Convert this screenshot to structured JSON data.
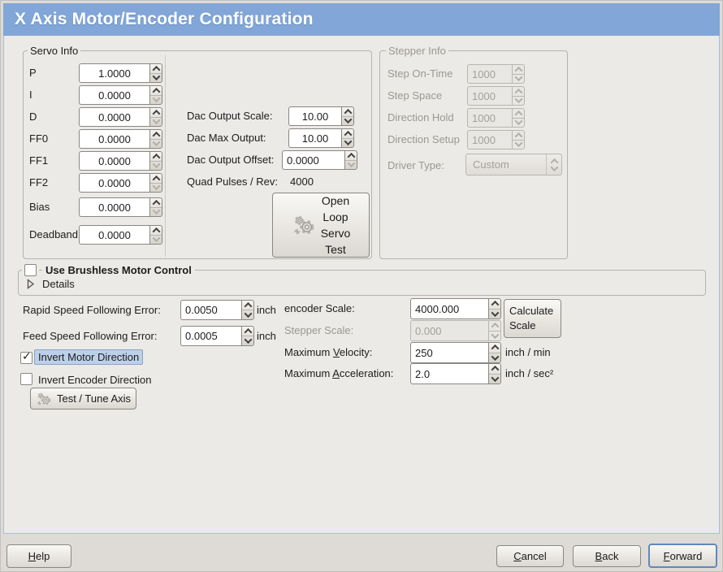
{
  "window": {
    "title": "X Axis Motor/Encoder Configuration"
  },
  "colors": {
    "banner": "#81a6d7",
    "selection_highlight": "#bdd0e9",
    "content_border": "#a8bedb"
  },
  "servo": {
    "title": "Servo Info",
    "pid": [
      {
        "label": "P",
        "value": "1.0000"
      },
      {
        "label": "I",
        "value": "0.0000"
      },
      {
        "label": "D",
        "value": "0.0000"
      },
      {
        "label": "FF0",
        "value": "0.0000"
      },
      {
        "label": "FF1",
        "value": "0.0000"
      },
      {
        "label": "FF2",
        "value": "0.0000"
      },
      {
        "label": "Bias",
        "value": "0.0000"
      },
      {
        "label": "Deadband",
        "value": "0.0000"
      }
    ],
    "dac": [
      {
        "label": "Dac Output Scale:",
        "value": "10.00"
      },
      {
        "label": "Dac Max Output:",
        "value": "10.00"
      },
      {
        "label": "Dac Output Offset:",
        "value": "0.0000"
      }
    ],
    "quad": {
      "label": "Quad Pulses / Rev:",
      "value": "4000"
    },
    "open_loop_button": {
      "line1": "Open",
      "line2": "Loop",
      "line3": "Servo",
      "line4": "Test"
    }
  },
  "stepper": {
    "title": "Stepper Info",
    "fields": [
      {
        "label": "Step On-Time",
        "value": "1000"
      },
      {
        "label": "Step Space",
        "value": "1000"
      },
      {
        "label": "Direction Hold",
        "value": "1000"
      },
      {
        "label": "Direction Setup",
        "value": "1000"
      }
    ],
    "driver": {
      "label": "Driver Type:",
      "value": "Custom"
    }
  },
  "brushless": {
    "label": "Use Brushless Motor Control",
    "checked": false,
    "details_label": "Details"
  },
  "following": {
    "rapid": {
      "label": "Rapid Speed Following Error:",
      "value": "0.0050",
      "unit": "inch"
    },
    "feed": {
      "label": "Feed Speed Following Error:",
      "value": "0.0005",
      "unit": "inch"
    }
  },
  "scaling": {
    "encoder": {
      "label": "encoder Scale:",
      "value": "4000.000"
    },
    "calculate_button": "Calculate Scale",
    "stepper": {
      "label": "Stepper Scale:",
      "value": "0.000"
    },
    "velocity": {
      "label": "Maximum Velocity:",
      "mnemonic": "V",
      "value": "250",
      "unit": "inch / min"
    },
    "acceleration": {
      "label": "Maximum Acceleration:",
      "mnemonic": "A",
      "value": "2.0",
      "unit": "inch / sec²"
    }
  },
  "direction": {
    "invert_motor": {
      "label": "Invert Motor Direction",
      "checked": true
    },
    "invert_encoder": {
      "label": "Invert Encoder Direction",
      "checked": false
    }
  },
  "test_tune_button": "Test / Tune Axis",
  "actions": {
    "help": {
      "label": "Help",
      "mnemonic": "H"
    },
    "cancel": {
      "label": "Cancel",
      "mnemonic": "C"
    },
    "back": {
      "label": "Back",
      "mnemonic": "B"
    },
    "forward": {
      "label": "Forward",
      "mnemonic": "F"
    }
  }
}
